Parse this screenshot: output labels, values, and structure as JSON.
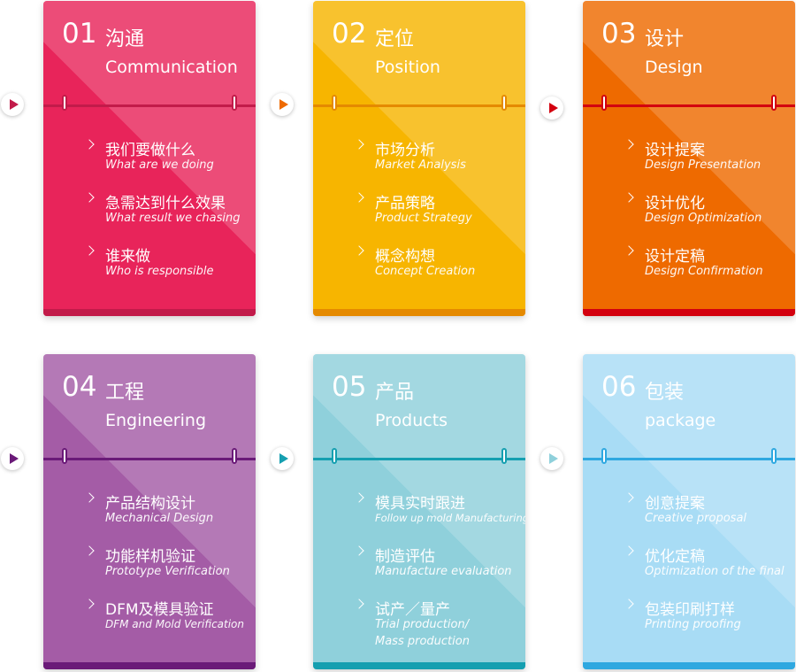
{
  "cards": [
    {
      "num": "01",
      "zh": "沟通",
      "en": "Communication",
      "color": "#e8245a",
      "dark": "#c21b4a",
      "items": [
        {
          "zh": "我们要做什么",
          "en": "What are we doing"
        },
        {
          "zh": "急需达到什么效果",
          "en": "What result we chasing"
        },
        {
          "zh": "谁来做",
          "en": "Who is responsible"
        }
      ]
    },
    {
      "num": "02",
      "zh": "定位",
      "en": "Position",
      "color": "#f7b500",
      "dark": "#e58a00",
      "items": [
        {
          "zh": "市场分析",
          "en": "Market Analysis"
        },
        {
          "zh": "产品策略",
          "en": "Product Strategy"
        },
        {
          "zh": "概念构想",
          "en": "Concept Creation"
        }
      ]
    },
    {
      "num": "03",
      "zh": "设计",
      "en": "Design",
      "color": "#ee6a00",
      "dark": "#d3000f",
      "items": [
        {
          "zh": "设计提案",
          "en": "Design Presentation"
        },
        {
          "zh": "设计优化",
          "en": "Design Optimization"
        },
        {
          "zh": "设计定稿",
          "en": "Design Confirmation"
        }
      ]
    },
    {
      "num": "04",
      "zh": "工程",
      "en": "Engineering",
      "color": "#a45ca6",
      "dark": "#6a1a78",
      "items": [
        {
          "zh": "产品结构设计",
          "en": "Mechanical  Design"
        },
        {
          "zh": "功能样机验证",
          "en": "Prototype Verification"
        },
        {
          "zh": "DFM及模具验证",
          "en": "DFM and Mold Verification"
        }
      ]
    },
    {
      "num": "05",
      "zh": "产品",
      "en": "Products",
      "color": "#8fd0db",
      "dark": "#159fb0",
      "items": [
        {
          "zh": "模具实时跟进",
          "en": "Follow up mold Manufacturing"
        },
        {
          "zh": "制造评估",
          "en": "Manufacture evaluation"
        },
        {
          "zh": "试产／量产",
          "en": "Trial  production/",
          "en2": "Mass production"
        }
      ]
    },
    {
      "num": "06",
      "zh": "包装",
      "en": "package",
      "color": "#a8dcf5",
      "dark": "#2fa8e0",
      "items": [
        {
          "zh": "创意提案",
          "en": "Creative proposal"
        },
        {
          "zh": "优化定稿",
          "en": "Optimization of the final"
        },
        {
          "zh": "包装印刷打样",
          "en": "Printing proofing"
        }
      ]
    }
  ],
  "play_colors": [
    "#c21b4a",
    "#ee6a00",
    "#d3000f",
    "#6a1a78",
    "#159fb0",
    "#8fd0db"
  ]
}
